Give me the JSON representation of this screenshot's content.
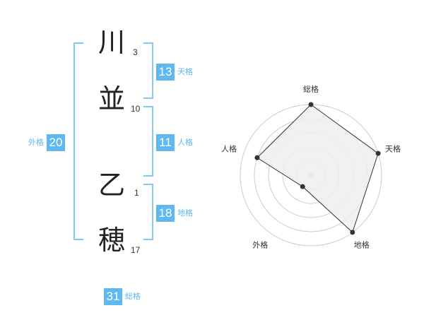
{
  "name": {
    "chars": [
      {
        "char": "川",
        "strokes": "3"
      },
      {
        "char": "並",
        "strokes": "10"
      },
      {
        "char": "乙",
        "strokes": "1"
      },
      {
        "char": "穂",
        "strokes": "17"
      }
    ]
  },
  "scores": {
    "tenkaku": {
      "value": "13",
      "label": "天格"
    },
    "jinkaku": {
      "value": "11",
      "label": "人格"
    },
    "chikaku": {
      "value": "18",
      "label": "地格"
    },
    "gaikaku": {
      "value": "20",
      "label": "外格"
    },
    "soukaku": {
      "value": "31",
      "label": "総格"
    }
  },
  "chart_data": {
    "type": "radar",
    "axes": [
      "総格",
      "天格",
      "地格",
      "外格",
      "人格"
    ],
    "values": [
      5,
      5,
      5,
      1,
      4
    ],
    "max": 5,
    "rings": 5,
    "colors": {
      "fill": "#eeeeee",
      "stroke": "#333333",
      "grid": "#cccccc",
      "center": "#bbbbbb",
      "accent": "#5fb8ef",
      "bracket": "#85c8f2"
    }
  }
}
